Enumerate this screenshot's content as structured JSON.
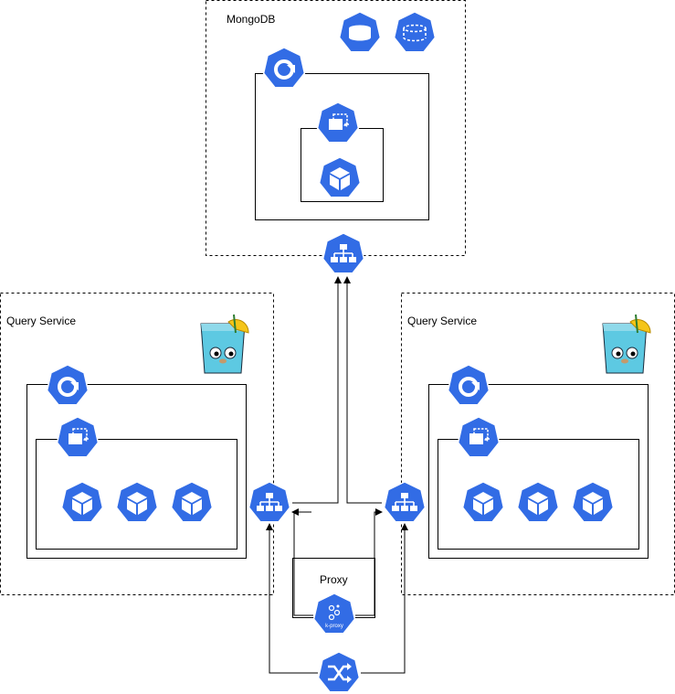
{
  "labels": {
    "mongodb": "MongoDB",
    "query_service_left": "Query Service",
    "query_service_right": "Query Service",
    "proxy": "Proxy",
    "kproxy_icon_text": "k-proxy"
  },
  "icons": {
    "kubernetes_icon_color": "#326CE5",
    "icon_glyph_color": "#ffffff",
    "gopher_body_color": "#5DC9E2",
    "lemon_color": "#F5C518"
  },
  "colors": {
    "line": "#000000",
    "boundary_dashed": "#000000"
  }
}
